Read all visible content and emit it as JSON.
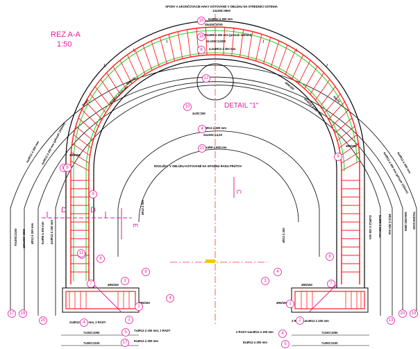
{
  "section": {
    "title": "REZ A-A",
    "scale": "1:50"
  },
  "header": {
    "line1": "SPONY A UKONČOVACIE HÁKY KÓTOVANÉ V OBLÚKU NA STREDNICI OSTENIA",
    "line2": "13x300=3900"
  },
  "arc_labels": {
    "a16": "5x4R12 á 300 mm",
    "a16_dim": "29x300=8700",
    "a18": "30x4R8 á 300 mm (presah 150mm)",
    "a18_dim": "41x300=12300",
    "a6": "4,2x4R12 á 300 mm",
    "a10": "4x25=150",
    "a4": "4x4R12 á 300 mm",
    "a4_dim": "24x300=14,00",
    "a21": "2x4R8 á 600 mm",
    "note": "ROZLIŽKY V OBLÚKU KÓTOVANÉ NA SPODNÚ RADU PRÚTOV"
  },
  "detail_label": "DETAIL \"1\"",
  "cut_labels": {
    "d_left": "D",
    "d_right": "D",
    "c": "C",
    "e": "E"
  },
  "side_labels": {
    "l1": "4x4R12 á 300 mm",
    "l2": "4x4R12 á 300 mm (přesah 150mm)",
    "r1": "4x4R12 á 300 mm",
    "r2": "4x4R12 á 300 mm (přesah 150mm)",
    "l_spacing": "8x100",
    "r_spacing": "8x100",
    "l_inner": "8x4R12 á 150 mm",
    "r_inner": "8x4R12 á 150 mm",
    "l_hook": "4R6/150",
    "r_hook": "4R6/150",
    "l_vert_a": "70x300=2100",
    "r_vert_a": "70x300=2100",
    "l_vert_b": "160x300=4800",
    "r_vert_b": "160x300=4800",
    "l_vert_c": "4R12 á 300 mm",
    "r_vert_c": "4R12 á 300 mm",
    "l_vert_d": "5x4R8 á 300 mm",
    "r_vert_d": "5x4R8 á 300 mm",
    "l_vert_e": "4x4R12 á 150 mm",
    "r_vert_e": "4x4R12 á 150 mm",
    "l_vert_f": "4R12 á 300",
    "r_vert_f": "4R12 á 300",
    "r_4r6_12": "4R6/150",
    "l_4r6_13": "4R6/150",
    "r_4r6_7": "4R6/150",
    "l_4r6_7": "4R6/150",
    "left_r6": "4R6/150",
    "right_r6": "4R6/150"
  },
  "footer": {
    "l_a": "2x4R12 á 150 mm, 2 RADY",
    "l_b": "7x4R12 á 150 mm, 2 RADY",
    "l_c": "8x4R12 á 300 mm",
    "l_dim1": "7x150=1050",
    "l_dim2": "7x300=2100",
    "r_a": "2 RADY-14x4R12 á 150 mm",
    "r_b": "2 RADY-14x4R12 á 150 mm",
    "r_c": "8x4R12 á 300 mm",
    "r_dim1": "7x150=1050",
    "r_dim2": "7x300=2100"
  },
  "callouts": [
    "16",
    "18",
    "6",
    "12",
    "10",
    "4",
    "21",
    "11",
    "9",
    "9",
    "5",
    "7",
    "7",
    "8",
    "8",
    "3",
    "3",
    "1",
    "1",
    "2",
    "2",
    "4",
    "4",
    "5",
    "5",
    "17",
    "17",
    "19",
    "19",
    "20",
    "20",
    "13",
    "11",
    "8",
    "8",
    "4",
    "4"
  ],
  "colors": {
    "line": "#000000",
    "rebar_red": "#ff1a1a",
    "rebar_green": "#1fd11f",
    "accent_magenta": "#e6199b",
    "axis_red": "#ff3333",
    "label_yellow": "#f5c800"
  }
}
